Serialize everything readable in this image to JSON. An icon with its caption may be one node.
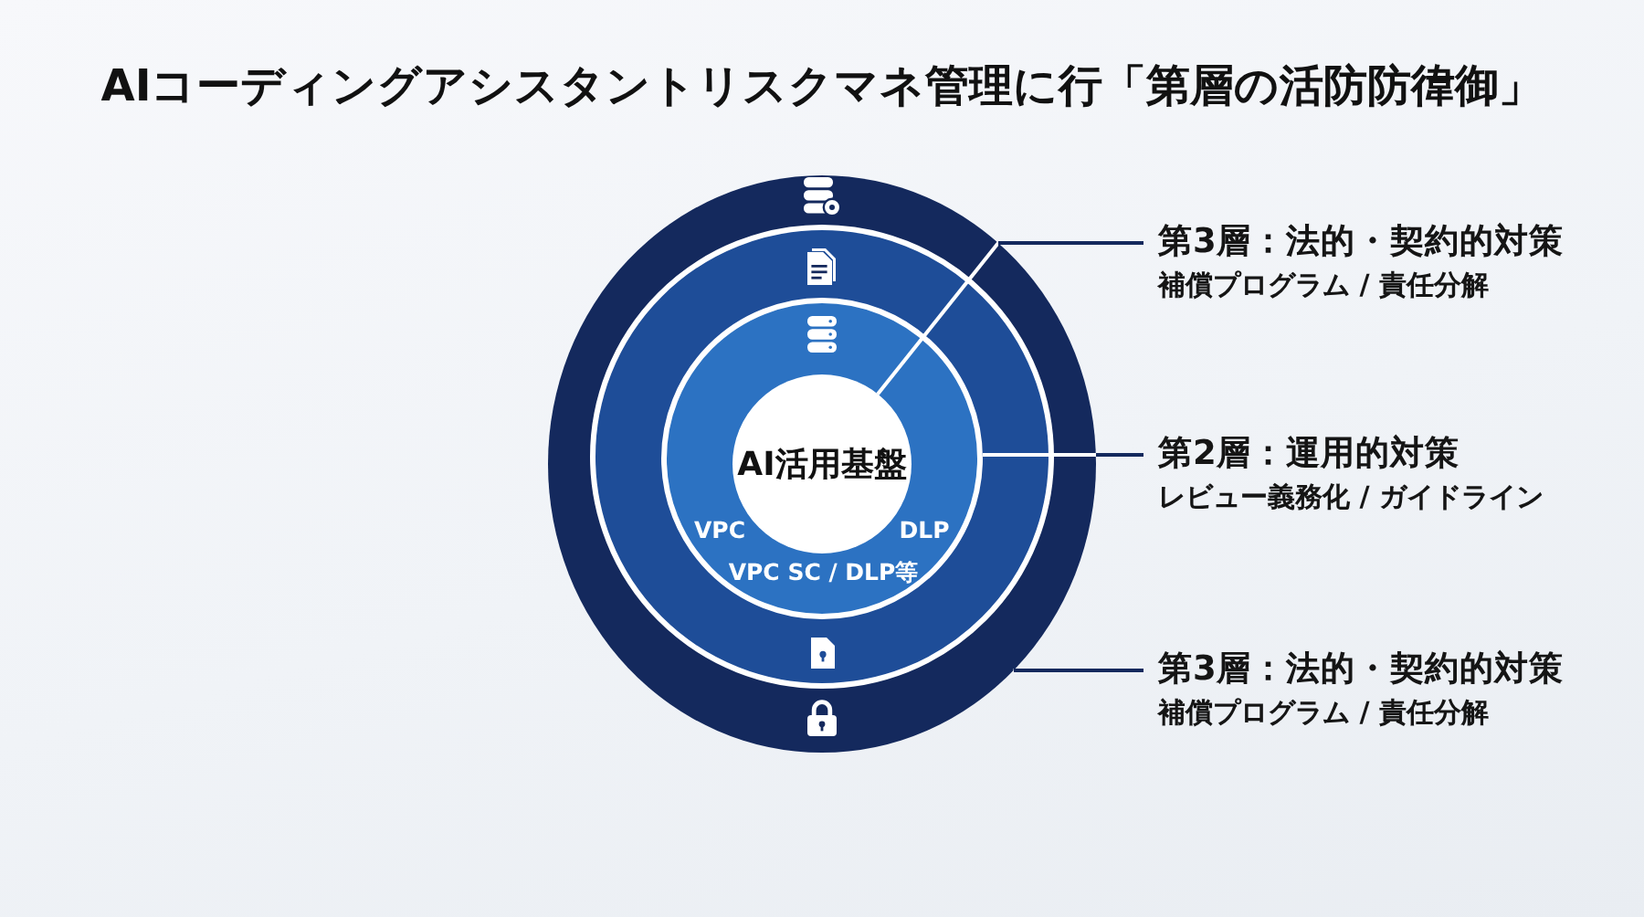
{
  "diagram": {
    "title": "AIコーディングアシスタントリスクマネ管理に行「第層の活防防徫御」",
    "nodes": [
      {
        "text": [],
        "shape": "circle"
      },
      {
        "text": [],
        "shape": "circle",
        "in": 0
      },
      {
        "text": [
          "VPC",
          "DLP",
          "VPC SC / DLP等"
        ],
        "in": 1
      },
      {
        "text": [
          "AI活用基盤"
        ],
        "in": 2
      },
      {
        "text": [
          "第3層：法的・契約的対策",
          "補償プログラム / 責任分解"
        ]
      },
      {
        "text": [
          "第2層：運用的対策",
          "レビュー義務化 / ガイドライン"
        ]
      },
      {
        "text": [
          "第3層：法的・契約的対策",
          "補償プログラム / 責任分解"
        ]
      }
    ],
    "edges": [
      {
        "from": 4,
        "to": 3,
        "arrow": "none"
      },
      {
        "from": 5,
        "to": 2,
        "arrow": "none"
      },
      {
        "from": 6,
        "to": 0,
        "arrow": "none"
      }
    ]
  }
}
